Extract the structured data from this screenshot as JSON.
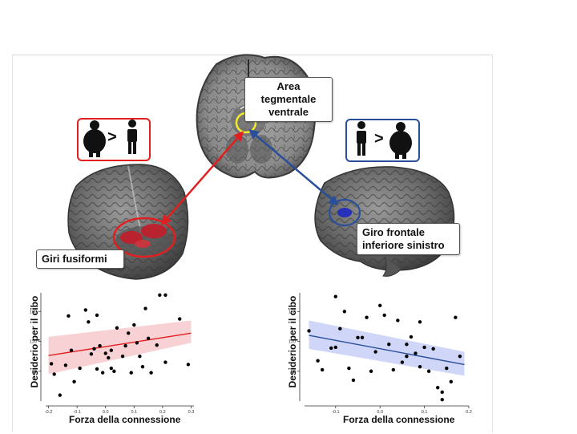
{
  "labels": {
    "vta": [
      "Area tegmentale",
      "ventrale"
    ],
    "fusiform": "Giri fusiformi",
    "frontal": [
      "Giro frontale",
      "inferiore sinistro"
    ],
    "gt_left": ">",
    "gt_right": ">"
  },
  "colors": {
    "red": "#e02020",
    "blue": "#2a4f9a",
    "yellow": "#f2ea30"
  },
  "chart_data": [
    {
      "type": "scatter",
      "xlabel": "Forza della connessione",
      "ylabel": "Desiderio per il cibo",
      "xticks": [
        -0.2,
        -0.1,
        0.0,
        0.1,
        0.2,
        0.3
      ],
      "xtick_labels": [
        "-0.2",
        "-0.1",
        "0.0",
        "0.1",
        "0.2",
        "0.3"
      ],
      "yticks": [
        80,
        120,
        160
      ],
      "xlim": [
        -0.21,
        0.31
      ],
      "ylim": [
        40,
        185
      ],
      "fit": {
        "x": [
          -0.2,
          0.3
        ],
        "y": [
          101,
          131
        ],
        "band_lower": [
          76,
          118
        ],
        "band_upper": [
          126,
          148
        ]
      },
      "color": "#e02020",
      "band_color": "#f7c9cc",
      "points": [
        [
          -0.19,
          90
        ],
        [
          -0.18,
          76
        ],
        [
          -0.16,
          48
        ],
        [
          -0.14,
          88
        ],
        [
          -0.13,
          154
        ],
        [
          -0.12,
          108
        ],
        [
          -0.11,
          66
        ],
        [
          -0.09,
          84
        ],
        [
          -0.07,
          162
        ],
        [
          -0.06,
          146
        ],
        [
          -0.05,
          103
        ],
        [
          -0.04,
          110
        ],
        [
          -0.03,
          155
        ],
        [
          -0.03,
          83
        ],
        [
          -0.02,
          114
        ],
        [
          -0.01,
          78
        ],
        [
          0.0,
          104
        ],
        [
          0.01,
          98
        ],
        [
          0.02,
          108
        ],
        [
          0.02,
          84
        ],
        [
          0.03,
          80
        ],
        [
          0.04,
          138
        ],
        [
          0.06,
          100
        ],
        [
          0.07,
          114
        ],
        [
          0.08,
          131
        ],
        [
          0.09,
          78
        ],
        [
          0.1,
          142
        ],
        [
          0.11,
          118
        ],
        [
          0.12,
          100
        ],
        [
          0.13,
          86
        ],
        [
          0.14,
          164
        ],
        [
          0.15,
          124
        ],
        [
          0.16,
          78
        ],
        [
          0.18,
          115
        ],
        [
          0.19,
          182
        ],
        [
          0.21,
          182
        ],
        [
          0.21,
          92
        ],
        [
          0.26,
          150
        ],
        [
          0.29,
          89
        ]
      ]
    },
    {
      "type": "scatter",
      "xlabel": "Forza della connessione",
      "ylabel": "Desiderio per il cibo",
      "xticks": [
        -0.1,
        0.0,
        0.1,
        0.2
      ],
      "xtick_labels": [
        "-0.1",
        "0.0",
        "0.1",
        "0.2"
      ],
      "yticks": [
        80,
        120,
        160
      ],
      "xlim": [
        -0.17,
        0.2
      ],
      "ylim": [
        40,
        185
      ],
      "fit": {
        "x": [
          -0.16,
          0.19
        ],
        "y": [
          128,
          89
        ],
        "band_lower": [
          110,
          74
        ],
        "band_upper": [
          148,
          106
        ]
      },
      "color": "#2a4f9a",
      "band_color": "#c7cff7",
      "points": [
        [
          -0.16,
          134
        ],
        [
          -0.14,
          94
        ],
        [
          -0.13,
          82
        ],
        [
          -0.11,
          111
        ],
        [
          -0.1,
          112
        ],
        [
          -0.1,
          180
        ],
        [
          -0.09,
          137
        ],
        [
          -0.08,
          160
        ],
        [
          -0.07,
          84
        ],
        [
          -0.05,
          125
        ],
        [
          -0.04,
          125
        ],
        [
          -0.03,
          152
        ],
        [
          -0.02,
          80
        ],
        [
          -0.01,
          106
        ],
        [
          0.0,
          168
        ],
        [
          0.01,
          155
        ],
        [
          0.02,
          116
        ],
        [
          0.03,
          82
        ],
        [
          0.04,
          148
        ],
        [
          0.05,
          92
        ],
        [
          0.06,
          116
        ],
        [
          0.06,
          100
        ],
        [
          0.07,
          126
        ],
        [
          0.08,
          104
        ],
        [
          0.09,
          86
        ],
        [
          0.1,
          112
        ],
        [
          0.11,
          80
        ],
        [
          0.12,
          110
        ],
        [
          0.13,
          58
        ],
        [
          0.14,
          52
        ],
        [
          0.15,
          84
        ],
        [
          0.16,
          66
        ],
        [
          0.17,
          152
        ],
        [
          0.18,
          100
        ],
        [
          0.09,
          146
        ],
        [
          0.14,
          42
        ],
        [
          -0.06,
          68
        ]
      ]
    }
  ]
}
